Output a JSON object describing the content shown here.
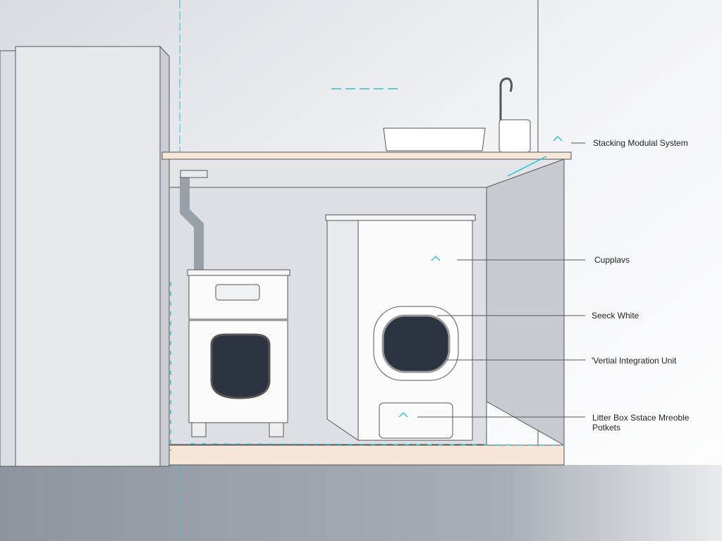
{
  "callouts": [
    {
      "id": "stacking",
      "text": "Stacking Modulal System"
    },
    {
      "id": "cupplavs",
      "text": "Cupplavs"
    },
    {
      "id": "seeck",
      "text": "Seeck White"
    },
    {
      "id": "vertical",
      "text": "'Vertial Integration Unit"
    },
    {
      "id": "litter",
      "text": "Litter Box Sstace Mreoble",
      "text2": "Potkets"
    }
  ],
  "colors": {
    "accent": "#2fc2d0",
    "wood": "#f5e6d8",
    "screen": "#2b3440",
    "floor": "#9ba1aa"
  }
}
